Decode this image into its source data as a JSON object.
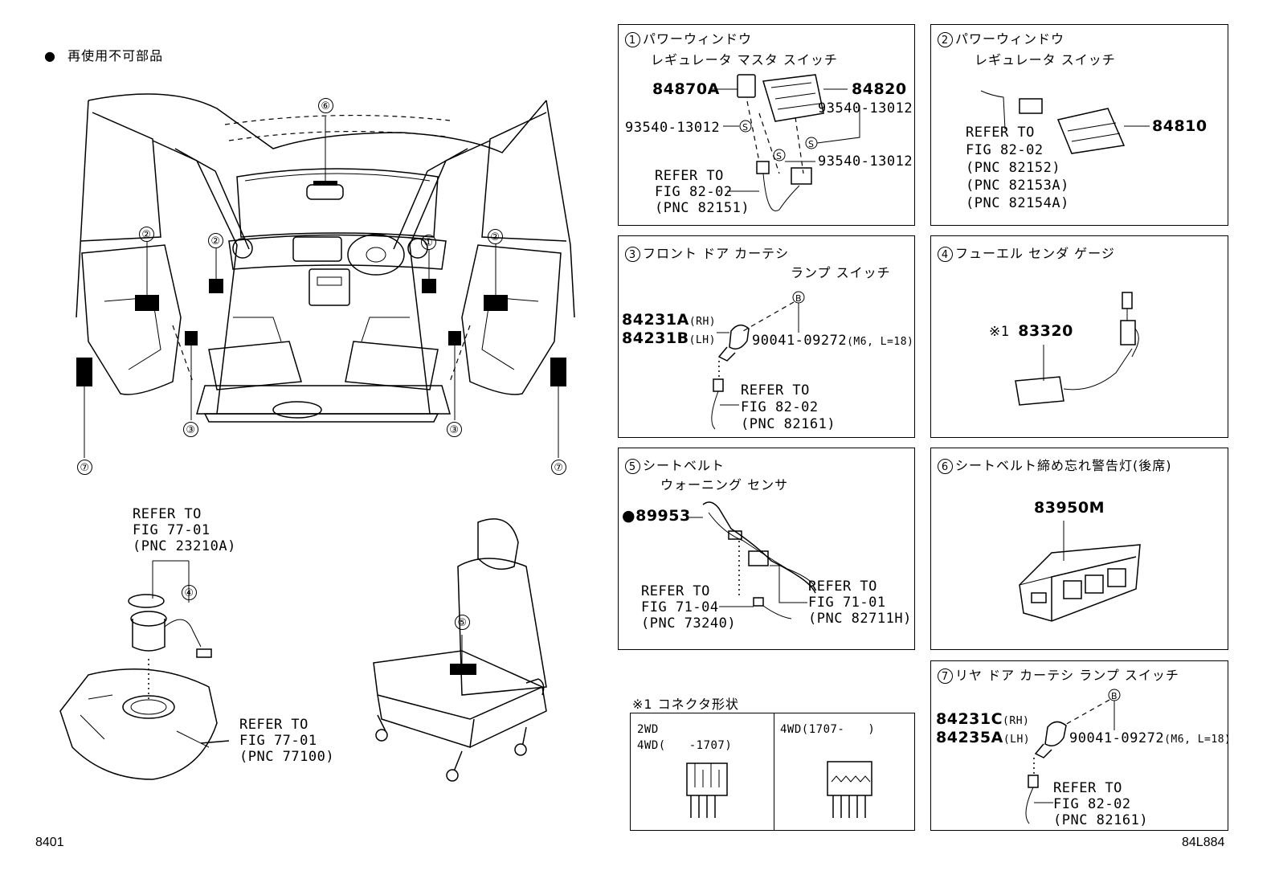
{
  "legend": {
    "bullet": "●",
    "text": "再使用不可部品"
  },
  "interior_callouts": {
    "n1": "①",
    "n2": "②",
    "n3": "③",
    "n6": "⑥",
    "n7": "⑦"
  },
  "fuel_area": {
    "refer_top": [
      "REFER TO",
      "FIG 77-01",
      "(PNC 23210A)"
    ],
    "callout": "④",
    "refer_bottom": [
      "REFER TO",
      "FIG 77-01",
      "(PNC 77100)"
    ]
  },
  "seat_callout": "⑤",
  "panels": {
    "p1": {
      "num": "1",
      "title1": "パワーウィンドウ",
      "title2": "レギュレータ マスタ スイッチ",
      "part_a": "84870A",
      "part_b": "84820",
      "screw_l": "93540-13012",
      "screw_r": "93540-13012",
      "screw_b": "93540-13012",
      "s_mark": "S",
      "refer": [
        "REFER TO",
        "FIG 82-02",
        "(PNC 82151)"
      ]
    },
    "p2": {
      "num": "2",
      "title1": "パワーウィンドウ",
      "title2": "レギュレータ スイッチ",
      "part": "84810",
      "refer": [
        "REFER TO",
        "FIG 82-02",
        "(PNC 82152)",
        "(PNC 82153A)",
        "(PNC 82154A)"
      ]
    },
    "p3": {
      "num": "3",
      "title1": "フロント ドア カーテシ",
      "title2": "ランプ スイッチ",
      "part_rh": "84231A",
      "rh": "(RH)",
      "part_lh": "84231B",
      "lh": "(LH)",
      "bolt": "90041-09272",
      "bolt_spec": "(M6, L=18)",
      "b_mark": "B",
      "refer": [
        "REFER TO",
        "FIG 82-02",
        "(PNC 82161)"
      ]
    },
    "p4": {
      "num": "4",
      "title": "フューエル センダ ゲージ",
      "note": "※1",
      "part": "83320"
    },
    "p5": {
      "num": "5",
      "title1": "シートベルト",
      "title2": "ウォーニング センサ",
      "bullet": "●",
      "part": "89953",
      "refer_l": [
        "REFER TO",
        "FIG 71-04",
        "(PNC 73240)"
      ],
      "refer_r": [
        "REFER TO",
        "FIG 71-01",
        "(PNC 82711H)"
      ]
    },
    "p6": {
      "num": "6",
      "title": "シートベルト締め忘れ警告灯(後席)",
      "part": "83950M"
    },
    "p7": {
      "num": "7",
      "title": "リヤ ドア カーテシ ランプ スイッチ",
      "part_rh": "84231C",
      "rh": "(RH)",
      "part_lh": "84235A",
      "lh": "(LH)",
      "bolt": "90041-09272",
      "bolt_spec": "(M6, L=18)",
      "b_mark": "B",
      "refer": [
        "REFER TO",
        "FIG 82-02",
        "(PNC 82161)"
      ]
    },
    "connector": {
      "heading": "※1 コネクタ形状",
      "left_l1": "2WD",
      "left_l2": "4WD(　　-1707)",
      "right_l1": "4WD(1707-　　)"
    }
  },
  "footer": {
    "left": "8401",
    "right": "84L884"
  }
}
